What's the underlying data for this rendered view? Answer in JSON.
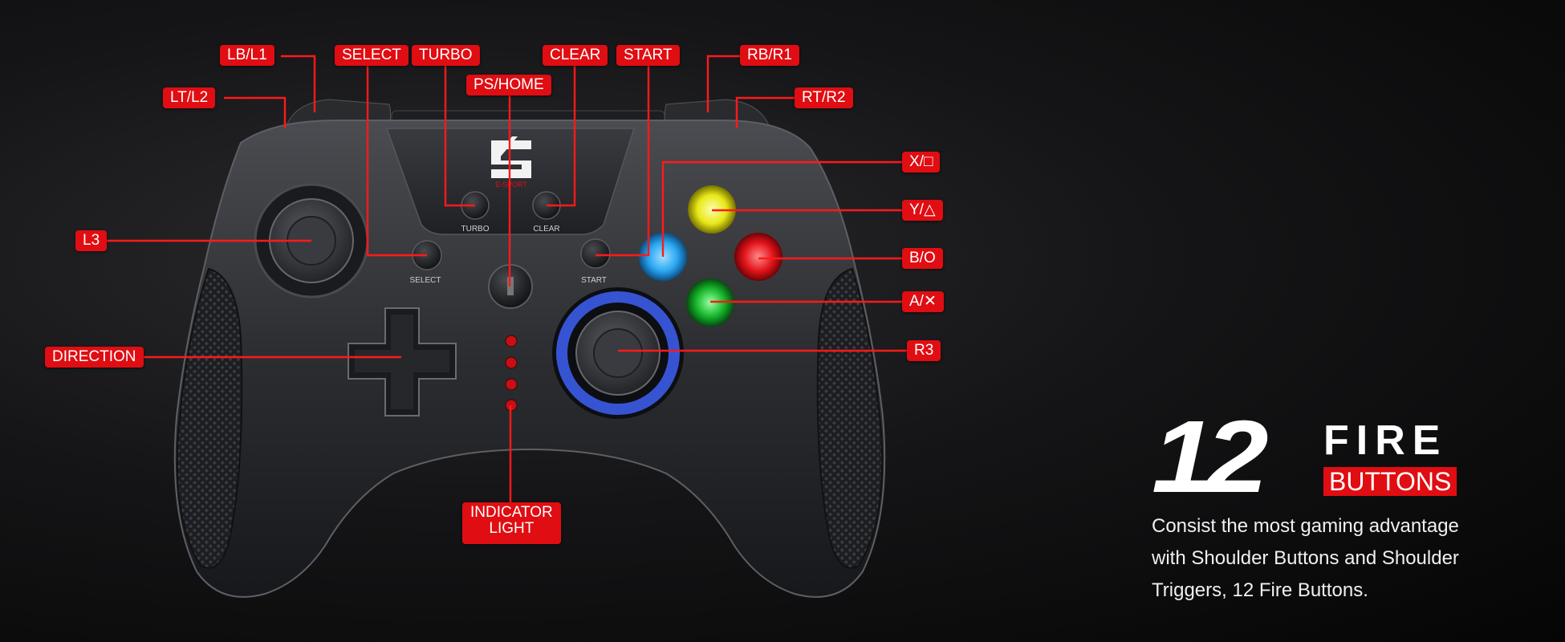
{
  "brand": {
    "logo_text": "E-SPORT"
  },
  "controller": {
    "face_labels": {
      "turbo": "TURBO",
      "clear": "CLEAR",
      "select": "SELECT",
      "start": "START"
    }
  },
  "callouts": {
    "lb_l1": "LB/L1",
    "lt_l2": "LT/L2",
    "select": "SELECT",
    "turbo": "TURBO",
    "ps_home": "PS/HOME",
    "clear": "CLEAR",
    "start": "START",
    "rb_r1": "RB/R1",
    "rt_r2": "RT/R2",
    "x_square": "X/□",
    "y_triangle": "Y/△",
    "b_circle": "B/O",
    "a_cross": "A/✕",
    "l3": "L3",
    "direction": "DIRECTION",
    "r3": "R3",
    "indicator_line1": "INDICATOR",
    "indicator_line2": "LIGHT"
  },
  "headline": {
    "number": "12",
    "word1": "FIRE",
    "word2": "BUTTONS"
  },
  "description": {
    "line1": "Consist the most gaming advantage",
    "line2": "with Shoulder Buttons and Shoulder",
    "line3": "Triggers, 12 Fire Buttons."
  },
  "colors": {
    "accent": "#e00d12",
    "button_x": "#2aa7f2",
    "button_y": "#e9e817",
    "button_b": "#e3141b",
    "button_a": "#16b52a",
    "ring": "#3b5ce8"
  },
  "icons": [
    "brand-logo-icon",
    "dpad-icon",
    "ps-home-icon"
  ]
}
